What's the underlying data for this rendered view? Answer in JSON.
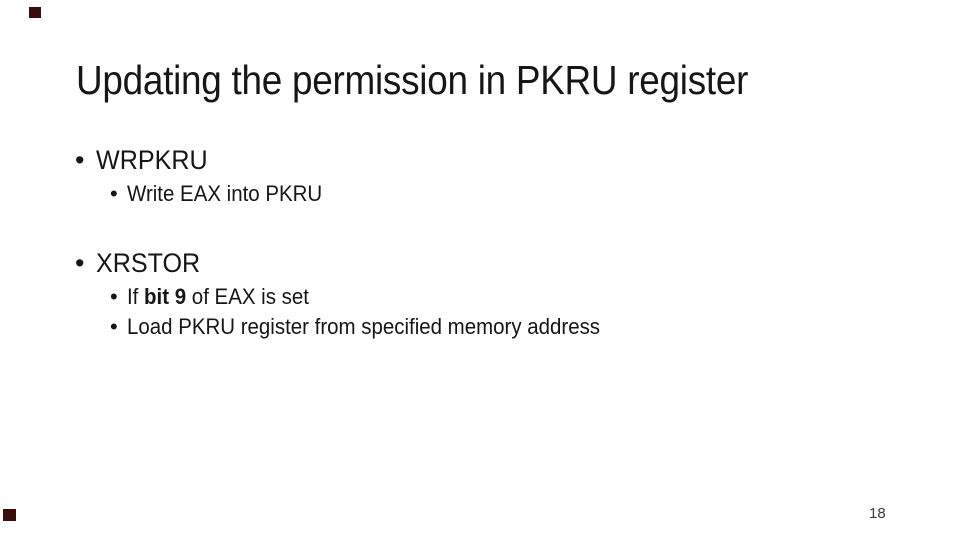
{
  "slide": {
    "title": "Updating the permission in PKRU register",
    "page_number": "18",
    "bullet_char": "•",
    "bullets": [
      {
        "level": 1,
        "gap_before": false,
        "runs": [
          {
            "text": "WRPKRU",
            "bold": false
          }
        ]
      },
      {
        "level": 2,
        "gap_before": false,
        "runs": [
          {
            "text": "Write EAX into PKRU",
            "bold": false
          }
        ]
      },
      {
        "level": 1,
        "gap_before": true,
        "runs": [
          {
            "text": "XRSTOR",
            "bold": false
          }
        ]
      },
      {
        "level": 2,
        "gap_before": false,
        "runs": [
          {
            "text": "If ",
            "bold": false
          },
          {
            "text": "bit 9",
            "bold": true
          },
          {
            "text": " of EAX is set",
            "bold": false
          }
        ]
      },
      {
        "level": 2,
        "gap_before": false,
        "runs": [
          {
            "text": "Load PKRU register from specified memory address",
            "bold": false
          }
        ]
      }
    ],
    "colors": {
      "background": "#ffffff",
      "text": "#161616",
      "accent_square": "#3a0d0d",
      "page_number": "#3a3a3a"
    }
  }
}
